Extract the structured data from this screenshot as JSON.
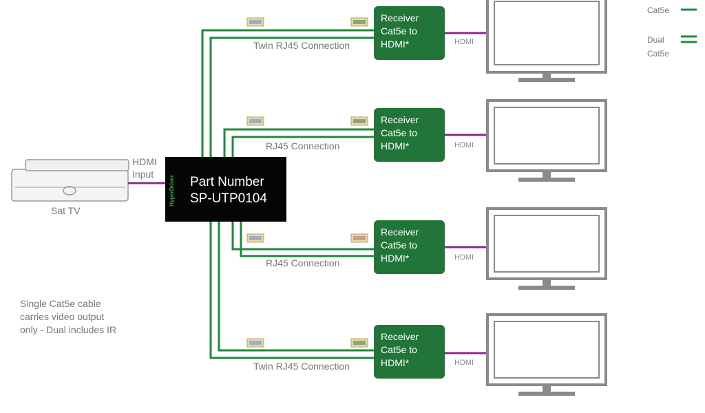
{
  "source": {
    "label": "Sat TV",
    "link_label_1": "HDMI",
    "link_label_2": "Input"
  },
  "hub": {
    "title": "Part Number",
    "part_number": "SP-UTP0104",
    "brand": "HyperDriver"
  },
  "receivers": [
    {
      "line1": "Receiver",
      "line2": "Cat5e to",
      "line3": "HDMI*",
      "connection": "Twin RJ45 Connection",
      "hdmi_label": "HDMI",
      "cable": "dual"
    },
    {
      "line1": "Receiver",
      "line2": "Cat5e to",
      "line3": "HDMI*",
      "connection": "RJ45 Connection",
      "hdmi_label": "HDMI",
      "cable": "single"
    },
    {
      "line1": "Receiver",
      "line2": "Cat5e to",
      "line3": "HDMI*",
      "connection": "RJ45 Connection",
      "hdmi_label": "HDMI",
      "cable": "single"
    },
    {
      "line1": "Receiver",
      "line2": "Cat5e to",
      "line3": "HDMI*",
      "connection": "Twin RJ45 Connection",
      "hdmi_label": "HDMI",
      "cable": "dual"
    }
  ],
  "legend": {
    "single_label": "Cat5e",
    "dual_label_1": "Dual",
    "dual_label_2": "Cat5e"
  },
  "note": {
    "line1": "Single Cat5e cable",
    "line2": "carries video output",
    "line3": "only - Dual includes IR"
  },
  "colors": {
    "cable_green": "#1e8a3a",
    "receiver_green": "#217538",
    "hdmi_purple": "#8a2a8a",
    "hub_black": "#050505",
    "tv_gray": "#8a8a8a"
  }
}
